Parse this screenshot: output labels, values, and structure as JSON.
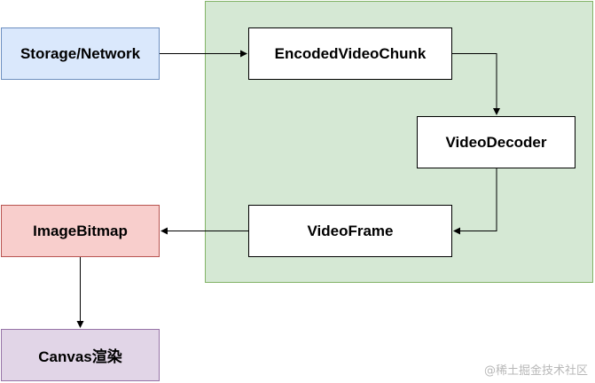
{
  "nodes": {
    "storage_network": "Storage/Network",
    "encoded_video_chunk": "EncodedVideoChunk",
    "video_decoder": "VideoDecoder",
    "video_frame": "VideoFrame",
    "image_bitmap": "ImageBitmap",
    "canvas_render": "Canvas渲染"
  },
  "edges": [
    {
      "from": "Storage/Network",
      "to": "EncodedVideoChunk"
    },
    {
      "from": "EncodedVideoChunk",
      "to": "VideoDecoder"
    },
    {
      "from": "VideoDecoder",
      "to": "VideoFrame"
    },
    {
      "from": "VideoFrame",
      "to": "ImageBitmap"
    },
    {
      "from": "ImageBitmap",
      "to": "Canvas渲染"
    }
  ],
  "colors": {
    "group_fill": "#d5e8d4",
    "group_border": "#82b366",
    "blue_fill": "#dae8fc",
    "blue_border": "#6c8ebf",
    "red_fill": "#f8cecc",
    "red_border": "#b85450",
    "purple_fill": "#e1d5e7",
    "purple_border": "#9673a6",
    "edge": "#000000"
  },
  "watermark": "@稀土掘金技术社区"
}
